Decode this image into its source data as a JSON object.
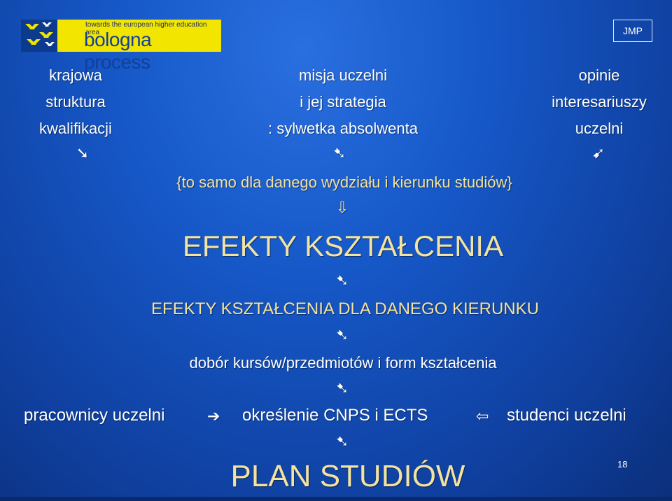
{
  "header": {
    "logo": {
      "small_text": "towards the european higher education area",
      "big_text": "bologna process"
    },
    "jmp_button": "JMP"
  },
  "top_columns": {
    "left": [
      "krajowa",
      "struktura",
      "kwalifikacji"
    ],
    "center": [
      "misja uczelni",
      "i jej strategia",
      ": sylwetka absolwenta"
    ],
    "right": [
      "opinie",
      "interesariuszy",
      "uczelni"
    ]
  },
  "arrows": {
    "left_diag": "➘",
    "center_down": "➷",
    "right_diag": "➹",
    "hollow_down": "⇩",
    "down": "➷",
    "right": "➔",
    "left": "⇦"
  },
  "lines": {
    "brace_line": "{to samo dla danego wydziału i kierunku studiów}",
    "heading1": "EFEKTY KSZTAŁCENIA",
    "heading2": "EFEKTY KSZTAŁCENIA DLA DANEGO KIERUNKU",
    "selection": "dobór kursów/przedmiotów i form kształcenia",
    "workers": "pracownicy uczelni",
    "ects": "określenie CNPS i ECTS",
    "students": "studenci uczelni",
    "plan": "PLAN STUDIÓW"
  },
  "page_number": "18",
  "colors": {
    "background": "#1658c8",
    "gold_text": "#f3e3a0",
    "logo_yellow": "#f2e600"
  }
}
